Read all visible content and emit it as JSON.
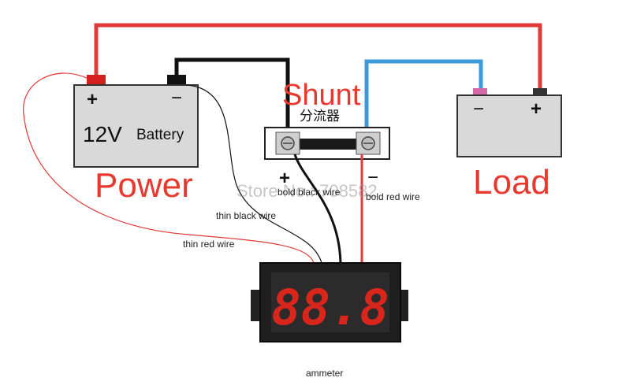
{
  "battery": {
    "voltage": "12V",
    "name": "Battery",
    "plus": "+",
    "minus": "−"
  },
  "power_label": "Power",
  "shunt": {
    "title": "Shunt",
    "chinese": "分流器",
    "plus": "+",
    "minus": "−"
  },
  "load": {
    "title": "Load",
    "plus": "+",
    "minus": "−"
  },
  "wires": {
    "bold_black": "bold black wire",
    "bold_red": "bold red wire",
    "thin_black": "thin black wire",
    "thin_red": "thin red wire"
  },
  "watermark": "Store No.: 708582",
  "meter": {
    "reading": "88.8",
    "label": "ammeter"
  },
  "colors": {
    "red_wire": "#e03a3a",
    "black_wire": "#111111",
    "blue_wire": "#3b9ad9",
    "label_red": "#e8392f",
    "display_red": "#d9261c",
    "box_fill": "#d9d9d9"
  }
}
